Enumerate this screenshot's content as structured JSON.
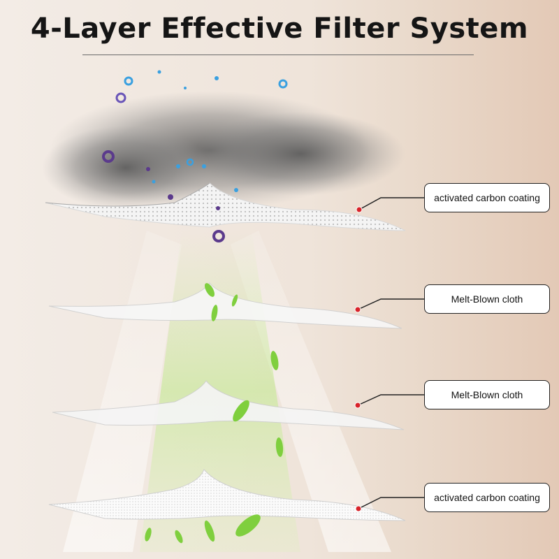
{
  "title": "4-Layer Effective Filter System",
  "colors": {
    "dot": "#d8232a",
    "label_border": "#222222",
    "leaf": "#7fcf3e",
    "particle_blue": "#3aa0e0",
    "particle_purple": "#5b3a8c"
  },
  "layers": [
    {
      "id": "layer-1",
      "label": "activated carbon coating"
    },
    {
      "id": "layer-2",
      "label": "Melt-Blown cloth"
    },
    {
      "id": "layer-3",
      "label": "Melt-Blown cloth"
    },
    {
      "id": "layer-4",
      "label": "activated carbon coating"
    }
  ]
}
